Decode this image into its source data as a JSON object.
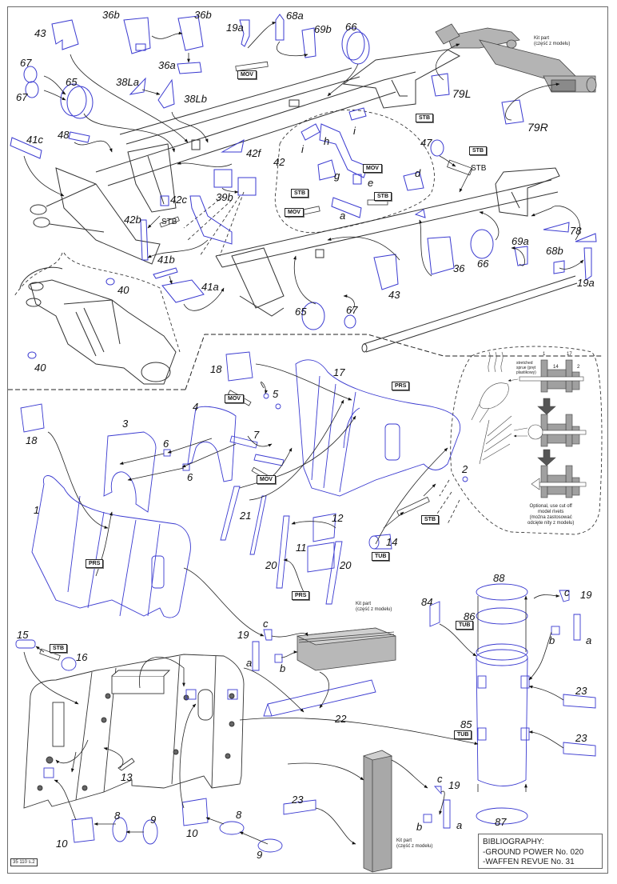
{
  "sheet": {
    "sheet_code": "35 110 s.2",
    "bibliography": {
      "heading": "BIBLIOGRAPHY:",
      "entries": [
        "-GROUND POWER No. 020",
        "-WAFFEN REVUE No. 31"
      ]
    },
    "kit_part_note": "Kit part",
    "kit_part_note_pl": "(część z modelu)"
  },
  "legend_tags": {
    "mov": "MOV",
    "stb": "STB",
    "prs": "PRS",
    "tub": "TUB"
  },
  "rivet_inset": {
    "sprue_note_1": "stretched",
    "sprue_note_2": "sprue (pręt",
    "sprue_note_3": "plastikowy)",
    "num_1": "1",
    "num_17": "17",
    "num_14": "14",
    "num_2": "2",
    "optional_1": "Optional, use cut off",
    "optional_2": "model rivets",
    "optional_3": "(można zastosować",
    "optional_4": "odcięte nity z modelu)"
  },
  "part_labels": {
    "p43a": "43",
    "p36b_1": "36b",
    "p36b_2": "36b",
    "p19a_1": "19a",
    "p68a": "68a",
    "p69b": "69b",
    "p66_1": "66",
    "p67_1": "67",
    "p67_2": "67",
    "p65_1": "65",
    "p36a": "36a",
    "p38La": "38La",
    "p38Lb": "38Lb",
    "p79L": "79L",
    "p79R": "79R",
    "p41c": "41c",
    "p48": "48",
    "p42f": "42f",
    "p42": "42",
    "p47": "47",
    "p42c": "42c",
    "p39b": "39b",
    "p42b": "42b",
    "p41b": "41b",
    "p41a": "41a",
    "p40_1": "40",
    "p40_2": "40",
    "ph": "h",
    "pi_1": "i",
    "pi_2": "i",
    "pg": "g",
    "pe": "e",
    "pd": "d",
    "pa42": "a",
    "p36": "36",
    "p66_2": "66",
    "p69a": "69a",
    "p68b": "68b",
    "p19a_2": "19a",
    "p78": "78",
    "p43b": "43",
    "p65_2": "65",
    "p67_3": "67",
    "p18_1": "18",
    "p18_2": "18",
    "p17": "17",
    "p5": "5",
    "p4": "4",
    "p3": "3",
    "p6_1": "6",
    "p6_2": "6",
    "p7": "7",
    "p1": "1",
    "p21": "21",
    "p12": "12",
    "p11": "11",
    "p20_1": "20",
    "p20_2": "20",
    "p14": "14",
    "p2": "2",
    "p15": "15",
    "p16": "16",
    "p19_1": "19",
    "pa19_1": "a",
    "pb19_1": "b",
    "pc19_1": "c",
    "p22": "22",
    "p13": "13",
    "p10_1": "10",
    "p8_1": "8",
    "p9_1": "9",
    "p10_2": "10",
    "p8_2": "8",
    "p9_2": "9",
    "p23_1": "23",
    "p84": "84",
    "p86": "86",
    "p88": "88",
    "p85": "85",
    "p87": "87",
    "p19_2": "19",
    "pc19_2": "c",
    "pa19_2": "a",
    "pb19_2": "b",
    "p23_2": "23",
    "p23_3": "23",
    "p19_3": "19",
    "pc19_3": "c",
    "pa19_3": "a",
    "pb19_3": "b",
    "stb_text_1": "STB",
    "stb_text_2": "STB"
  },
  "colors": {
    "photo_etch_part": "#3a3ad0",
    "line_art": "#222222",
    "kit_part_fill": "#b4b4b4",
    "frame": "#6b6b6b"
  }
}
